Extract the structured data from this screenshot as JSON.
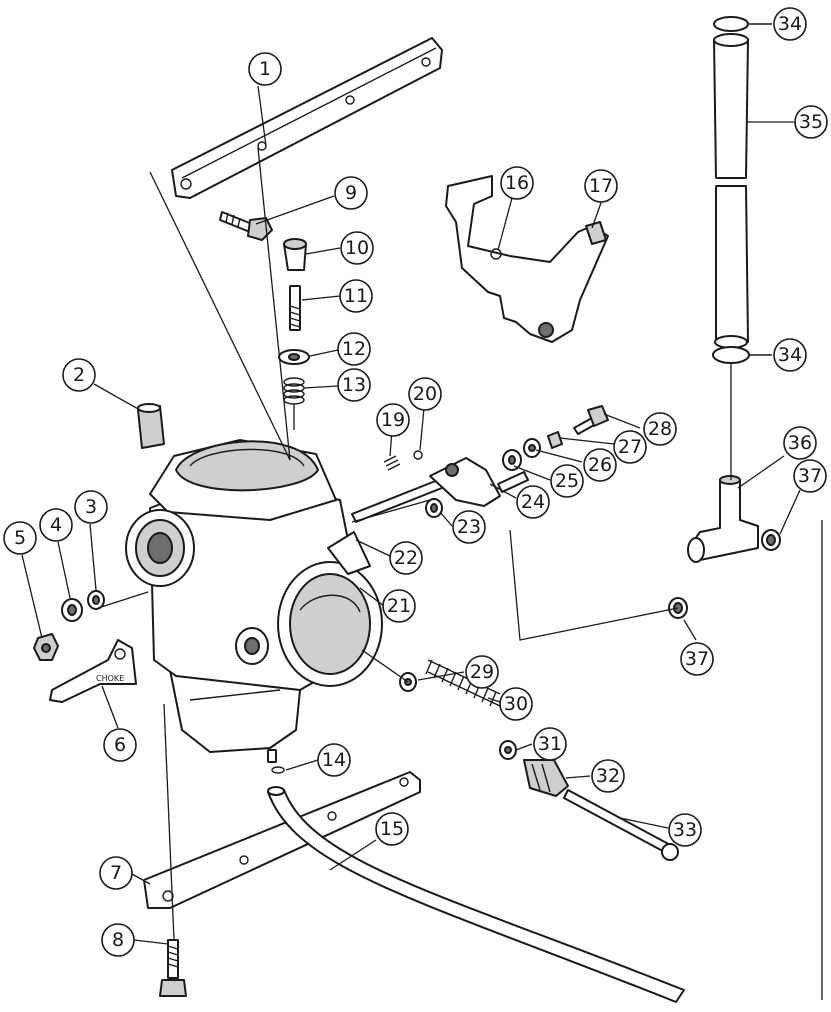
{
  "callouts": [
    {
      "id": "c1",
      "label": "1"
    },
    {
      "id": "c2",
      "label": "2"
    },
    {
      "id": "c3",
      "label": "3"
    },
    {
      "id": "c4",
      "label": "4"
    },
    {
      "id": "c5",
      "label": "5"
    },
    {
      "id": "c6",
      "label": "6"
    },
    {
      "id": "c7",
      "label": "7"
    },
    {
      "id": "c8",
      "label": "8"
    },
    {
      "id": "c9",
      "label": "9"
    },
    {
      "id": "c10",
      "label": "10"
    },
    {
      "id": "c11",
      "label": "11"
    },
    {
      "id": "c12",
      "label": "12"
    },
    {
      "id": "c13",
      "label": "13"
    },
    {
      "id": "c14",
      "label": "14"
    },
    {
      "id": "c15",
      "label": "15"
    },
    {
      "id": "c16",
      "label": "16"
    },
    {
      "id": "c17",
      "label": "17"
    },
    {
      "id": "c19",
      "label": "19"
    },
    {
      "id": "c20",
      "label": "20"
    },
    {
      "id": "c21",
      "label": "21"
    },
    {
      "id": "c22",
      "label": "22"
    },
    {
      "id": "c23",
      "label": "23"
    },
    {
      "id": "c24",
      "label": "24"
    },
    {
      "id": "c25",
      "label": "25"
    },
    {
      "id": "c26",
      "label": "26"
    },
    {
      "id": "c27",
      "label": "27"
    },
    {
      "id": "c28",
      "label": "28"
    },
    {
      "id": "c29",
      "label": "29"
    },
    {
      "id": "c30",
      "label": "30"
    },
    {
      "id": "c31",
      "label": "31"
    },
    {
      "id": "c32",
      "label": "32"
    },
    {
      "id": "c33",
      "label": "33"
    },
    {
      "id": "c34a",
      "label": "34"
    },
    {
      "id": "c34b",
      "label": "34"
    },
    {
      "id": "c35",
      "label": "35"
    },
    {
      "id": "c36",
      "label": "36"
    },
    {
      "id": "c37a",
      "label": "37"
    },
    {
      "id": "c37b",
      "label": "37"
    }
  ],
  "plate_marking": "CHOKE"
}
